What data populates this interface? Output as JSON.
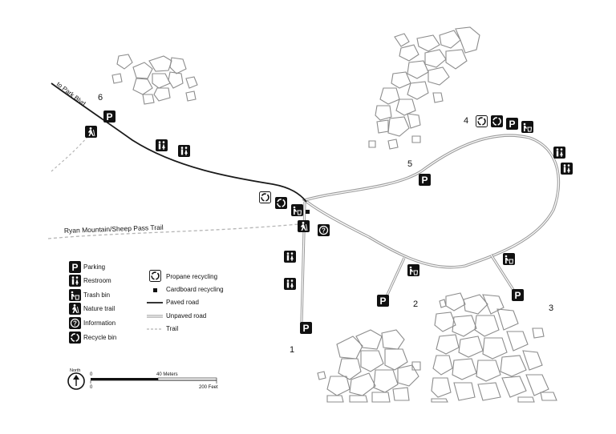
{
  "map": {
    "road_to_park_label": "to Park Blvd",
    "trail_label": "Ryan Mountain/Sheep Pass Trail",
    "site_numbers": [
      "1",
      "2",
      "3",
      "4",
      "5",
      "6"
    ]
  },
  "legend": {
    "items": [
      {
        "icon": "parking-icon",
        "label": "Parking"
      },
      {
        "icon": "restroom-icon",
        "label": "Restroom"
      },
      {
        "icon": "trash-bin-icon",
        "label": "Trash bin"
      },
      {
        "icon": "nature-trail-icon",
        "label": "Nature trail"
      },
      {
        "icon": "information-icon",
        "label": "Information"
      },
      {
        "icon": "recycle-bin-icon",
        "label": "Recycle bin"
      },
      {
        "icon": "propane-recycling-icon",
        "label": "Propane recycling"
      },
      {
        "icon": "cardboard-recycling-icon",
        "label": "Cardboard recycling"
      },
      {
        "icon": "paved-road-symbol",
        "label": "Paved road"
      },
      {
        "icon": "unpaved-road-symbol",
        "label": "Unpaved road"
      },
      {
        "icon": "trail-symbol",
        "label": "Trail"
      }
    ]
  },
  "scale": {
    "north_label": "North",
    "meters_zero": "0",
    "meters_label": "40 Meters",
    "feet_zero": "0",
    "feet_label": "200 Feet"
  },
  "colors": {
    "paved_road": "#1a1a1a",
    "unpaved_road": "#9a9a9a",
    "trail": "#b5b5b5",
    "rock_outline": "#8c8c8c",
    "icon_fill": "#111111"
  }
}
